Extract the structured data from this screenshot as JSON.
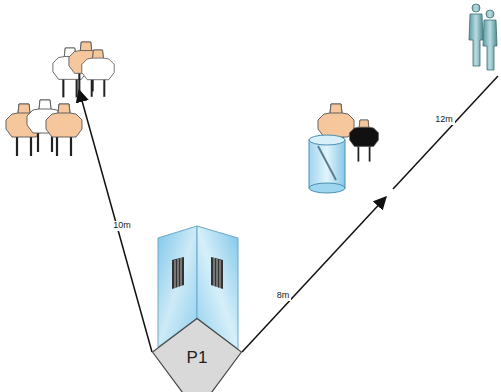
{
  "diagram": {
    "nodes": [
      {
        "text": [
          "P1"
        ]
      }
    ],
    "labels": [
      "10m",
      "8m",
      "12m"
    ]
  }
}
